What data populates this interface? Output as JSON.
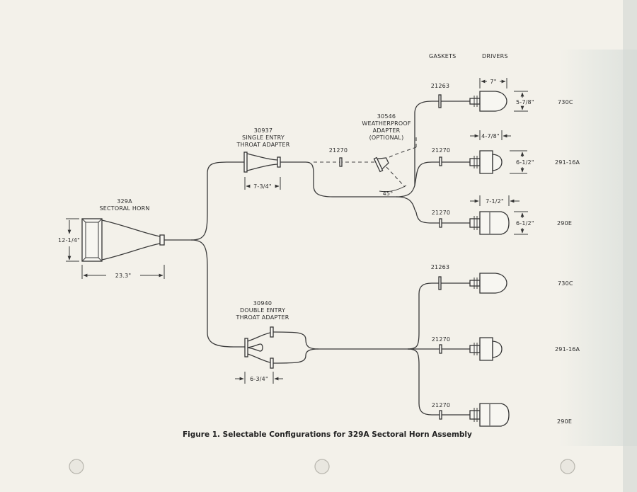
{
  "headers": {
    "gaskets": "GASKETS",
    "drivers": "DRIVERS"
  },
  "horn": {
    "part": "329A",
    "name": "SECTORAL HORN",
    "height": "12-1/4\"",
    "length": "23.3\""
  },
  "single_adapter": {
    "part": "30937",
    "name_line1": "SINGLE ENTRY",
    "name_line2": "THROAT ADAPTER",
    "length": "7-3/4\""
  },
  "double_adapter": {
    "part": "30940",
    "name_line1": "DOUBLE ENTRY",
    "name_line2": "THROAT ADAPTER",
    "length": "6-3/4\""
  },
  "weatherproof": {
    "part": "30546",
    "line1": "WEATHERPROOF",
    "line2": "ADAPTER",
    "line3": "(OPTIONAL)",
    "gasket": "21270",
    "angle": "45°"
  },
  "branches": [
    {
      "gasket": "21263",
      "model": "730C",
      "dim_w": "7\"",
      "dim_h": "5-7/8\""
    },
    {
      "gasket": "21270",
      "model": "291-16A",
      "dim_w": "4-7/8\"",
      "dim_h": "6-1/2\""
    },
    {
      "gasket": "21270",
      "model": "290E",
      "dim_w": "7-1/2\"",
      "dim_h": "6-1/2\""
    },
    {
      "gasket": "21263",
      "model": "730C"
    },
    {
      "gasket": "21270",
      "model": "291-16A"
    },
    {
      "gasket": "21270",
      "model": "290E"
    }
  ],
  "caption": "Figure 1.  Selectable Configurations for 329A Sectoral Horn Assembly"
}
